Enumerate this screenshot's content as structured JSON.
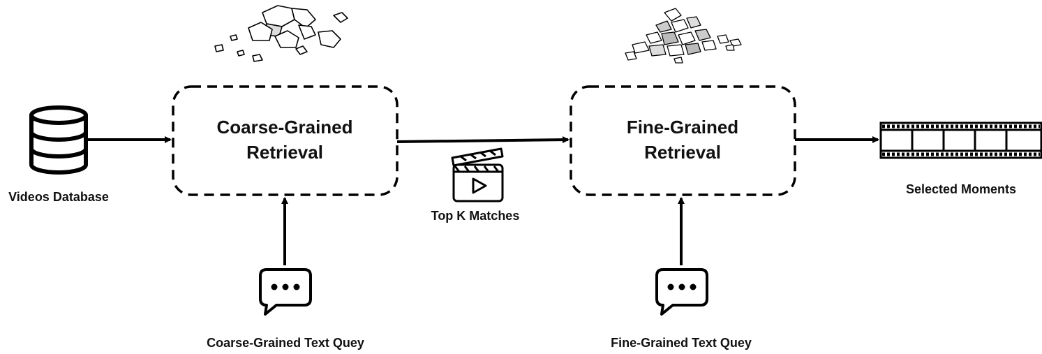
{
  "nodes": {
    "database": {
      "label": "Videos Database",
      "icon": "database-icon"
    },
    "coarse": {
      "title_line1": "Coarse-Grained",
      "title_line2": "Retrieval"
    },
    "fine": {
      "title_line1": "Fine-Grained",
      "title_line2": "Retrieval"
    },
    "top_k": {
      "label": "Top K Matches",
      "icon": "clapperboard-icon"
    },
    "output": {
      "label": "Selected Moments",
      "icon": "film-strip-icon"
    }
  },
  "queries": {
    "coarse": {
      "label": "Coarse-Grained Text Quey",
      "icon": "chat-bubble-icon"
    },
    "fine": {
      "label": "Fine-Grained Text Quey",
      "icon": "chat-bubble-icon"
    }
  },
  "decorations": {
    "coarse_rocks": "large-rocks-icon",
    "fine_rocks": "small-rocks-icon"
  },
  "colors": {
    "ink": "#000000",
    "background": "#ffffff"
  }
}
